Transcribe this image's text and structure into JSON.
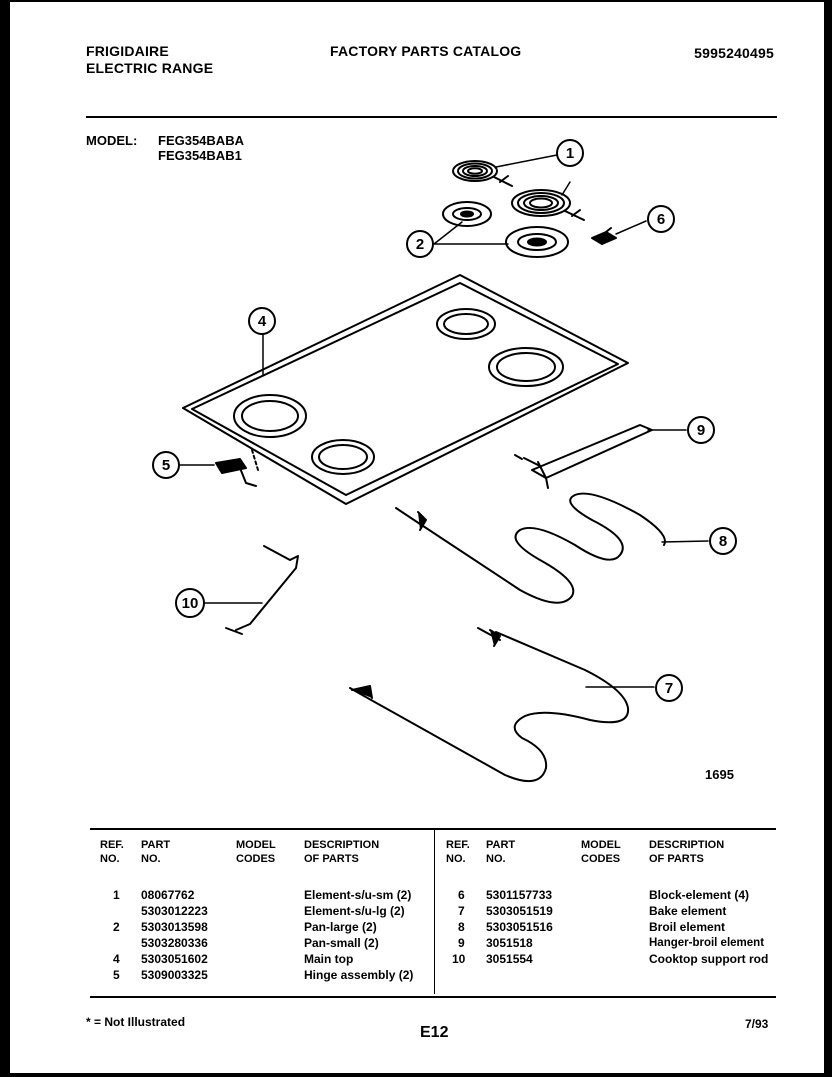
{
  "header": {
    "brand_line1": "FRIGIDAIRE",
    "brand_line2": "ELECTRIC RANGE",
    "catalog_title": "FACTORY PARTS CATALOG",
    "catalog_number": "5995240495"
  },
  "model": {
    "label": "MODEL:",
    "models": [
      "FEG354BABA",
      "FEG354BAB1"
    ]
  },
  "diagram": {
    "code": "1695",
    "callouts": [
      "1",
      "2",
      "4",
      "5",
      "6",
      "7",
      "8",
      "9",
      "10"
    ]
  },
  "table": {
    "headers_left": {
      "ref": [
        "REF.",
        "NO."
      ],
      "part": [
        "PART",
        "NO."
      ],
      "model": [
        "MODEL",
        "CODES"
      ],
      "desc": [
        "DESCRIPTION",
        "OF PARTS"
      ]
    },
    "headers_right": {
      "ref": [
        "REF.",
        "NO."
      ],
      "part": [
        "PART",
        "NO."
      ],
      "model": [
        "MODEL",
        "CODES"
      ],
      "desc": [
        "DESCRIPTION",
        "OF PARTS"
      ]
    },
    "rows_left": [
      {
        "ref": "1",
        "part": "08067762",
        "desc": "Element-s/u-sm (2)"
      },
      {
        "ref": "",
        "part": "5303012223",
        "desc": "Element-s/u-lg (2)"
      },
      {
        "ref": "2",
        "part": "5303013598",
        "desc": "Pan-large (2)"
      },
      {
        "ref": "",
        "part": "5303280336",
        "desc": "Pan-small (2)"
      },
      {
        "ref": "4",
        "part": "5303051602",
        "desc": "Main top"
      },
      {
        "ref": "5",
        "part": "5309003325",
        "desc": "Hinge assembly (2)"
      }
    ],
    "rows_right": [
      {
        "ref": "6",
        "part": "5301157733",
        "desc": "Block-element (4)"
      },
      {
        "ref": "7",
        "part": "5303051519",
        "desc": "Bake element"
      },
      {
        "ref": "8",
        "part": "5303051516",
        "desc": "Broil element"
      },
      {
        "ref": "9",
        "part": "3051518",
        "desc": "Hanger-broil element"
      },
      {
        "ref": "10",
        "part": "3051554",
        "desc": "Cooktop support rod"
      }
    ]
  },
  "footer": {
    "footnote": "* = Not Illustrated",
    "page_id": "E12",
    "date": "7/93"
  }
}
